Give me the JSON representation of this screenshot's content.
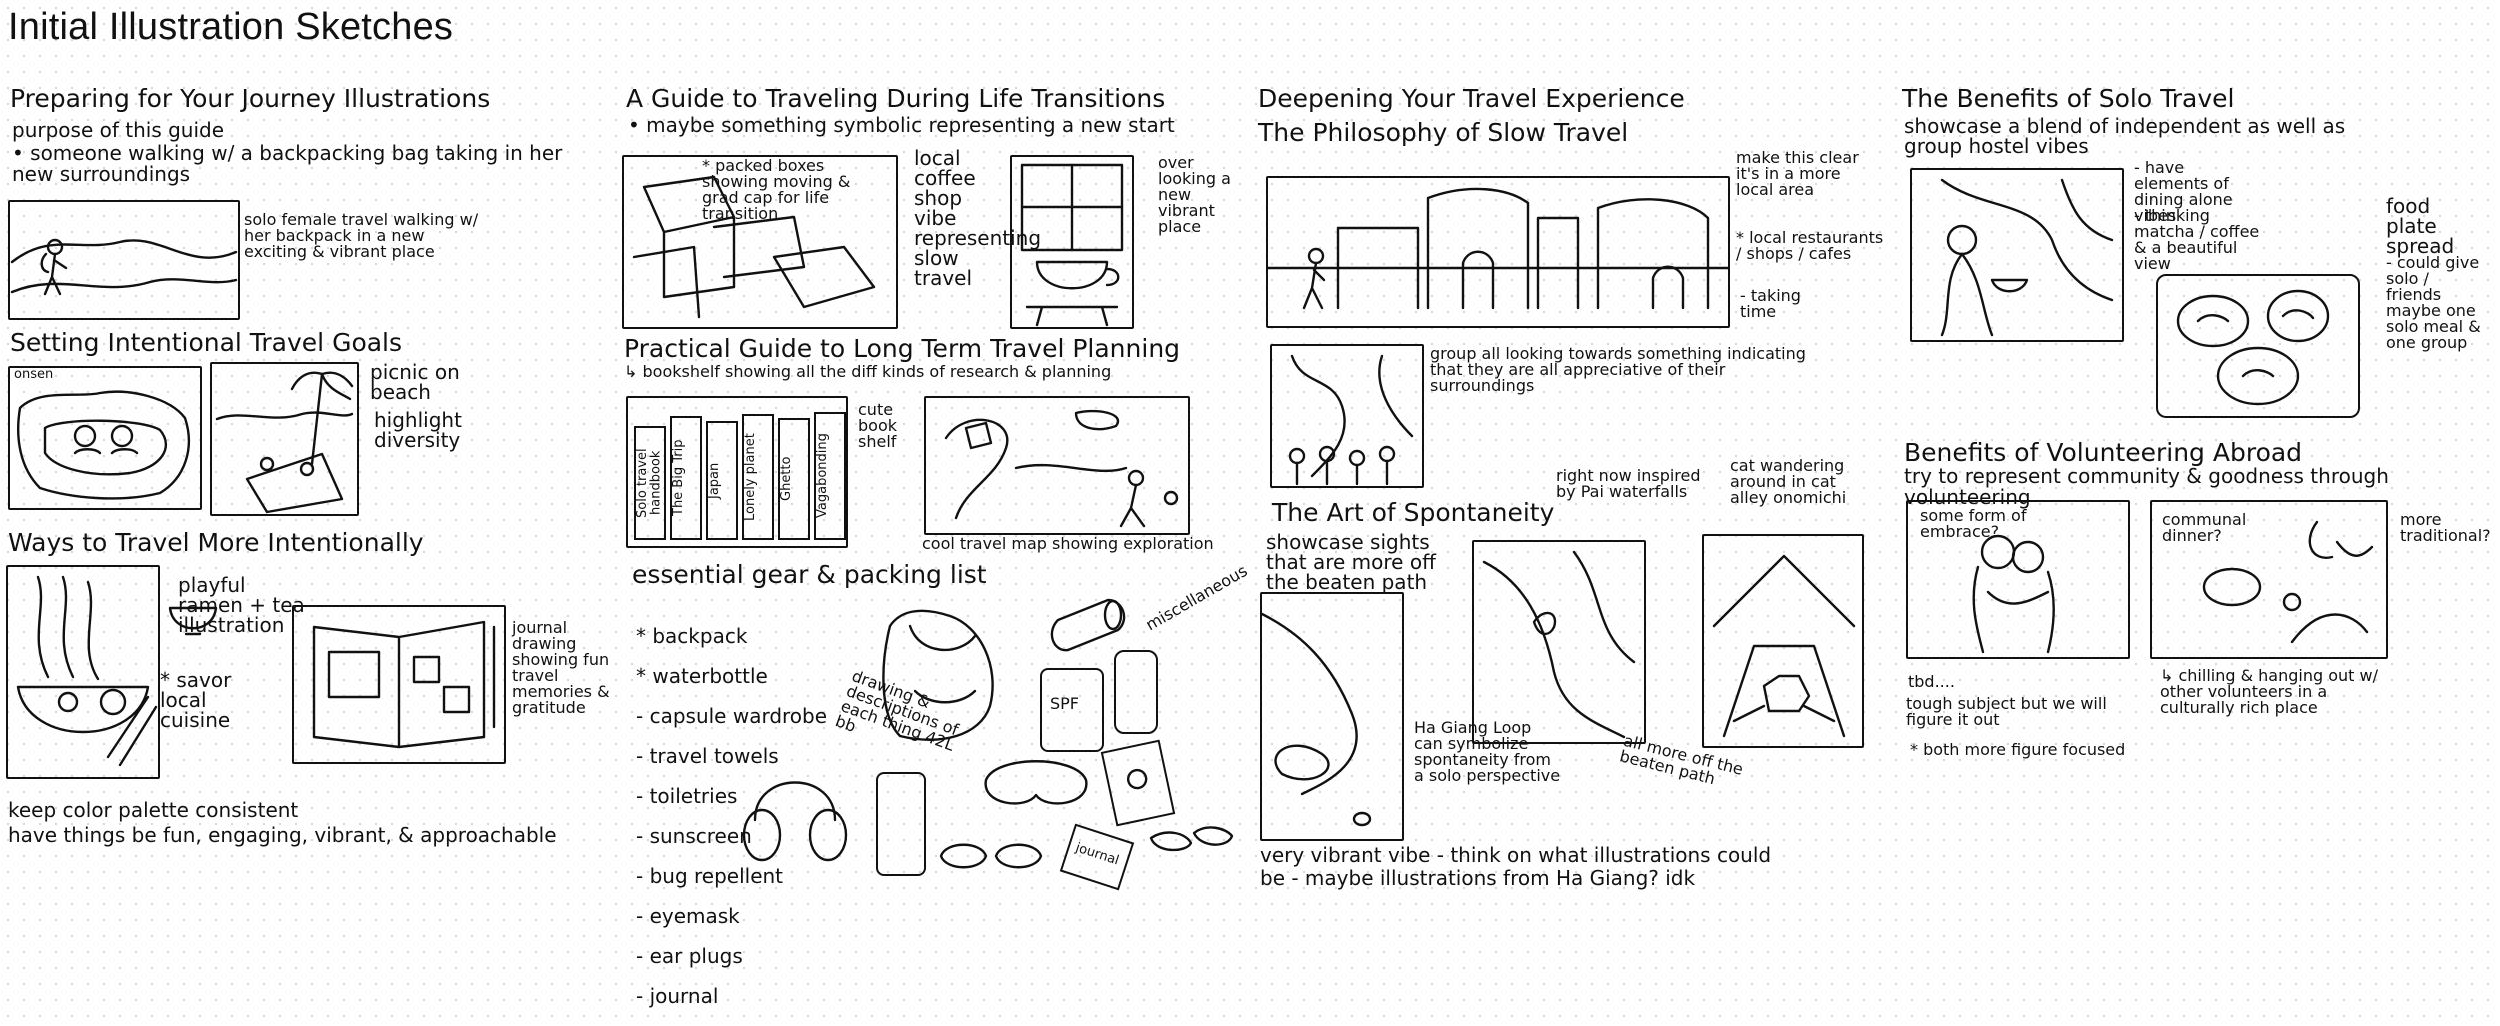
{
  "page_title": "Initial Illustration Sketches",
  "col1": {
    "sec1_title": "Preparing for Your Journey Illustrations",
    "sec1_sub": "purpose of this guide",
    "sec1_note": "• someone walking w/ a backpacking bag taking in her new surroundings",
    "sec1_side": "solo female travel walking w/ her backpack in a new exciting & vibrant place",
    "sec2_title": "Setting Intentional Travel Goals",
    "sec2_onsen": "onsen",
    "sec2_side": "picnic on beach",
    "sec2_side2": "highlight diversity",
    "sec3_title": "Ways to Travel More Intentionally",
    "sec3_ramen": "playful ramen + tea illustration",
    "sec3_savor": "* savor local cuisine",
    "sec3_journal": "journal drawing showing fun travel memories & gratitude",
    "footer1": "keep color palette consistent",
    "footer2": "have things be fun, engaging, vibrant, & approachable"
  },
  "col2": {
    "sec1_title": "A Guide to Traveling During Life Transitions",
    "sec1_sub": "• maybe something symbolic representing a new start",
    "boxes_note": "* packed boxes showing moving & grad cap for life transition",
    "coffee_note": "local coffee shop vibe representing slow travel",
    "window_note": "over looking a new vibrant place",
    "sec2_title": "Practical Guide to Long Term Travel Planning",
    "sec2_sub": "↳ bookshelf showing all the diff kinds of research & planning",
    "shelf_note": "cute book shelf",
    "books": [
      "Solo travel handbook",
      "The Big Trip",
      "Japan",
      "Lonely planet",
      "Ghetto",
      "Vagabonding"
    ],
    "map_note": "cool travel map showing exploration",
    "sec3_title": "essential gear & packing list",
    "packing": [
      "* backpack",
      "* waterbottle",
      "- capsule wardrobe",
      "- travel towels",
      "- toiletries",
      "- sunscreen",
      "- bug repellent",
      "- eyemask",
      "- ear plugs",
      "- journal"
    ],
    "misc_note": "miscellaneous",
    "drawing_note": "drawing & descriptions of each thing 42L bb",
    "spf_label": "SPF",
    "journal_label": "journal"
  },
  "col3": {
    "sec1_title": "Deepening Your Travel Experience",
    "sec1_sub": "The Philosophy of Slow Travel",
    "street_note": "make this clear it's in a more local area",
    "street_note2": "* local restaurants / shops / cafes",
    "street_note3": "- taking time",
    "group_note": "group all looking towards something indicating that they are all appreciative of their surroundings",
    "sec2_title": "The Art of Spontaneity",
    "sec2_sub": "showcase sights that are more off the beaten path",
    "pai_note": "right now inspired by Pai waterfalls",
    "cat_note": "cat wandering around in cat alley onomichi",
    "hagiang_note": "Ha Giang Loop can symbolize spontaneity from a solo perspective",
    "offpath_note": "all more off the beaten path",
    "footer1": "very vibrant vibe - think on what illustrations could",
    "footer2": "be - maybe illustrations from Ha Giang? idk"
  },
  "col4": {
    "sec1_title": "The Benefits of Solo Travel",
    "sec1_sub": "showcase a blend of independent as well as group hostel vibes",
    "alone_note": "- have elements of dining alone vibes",
    "matcha_note": "- thinking matcha / coffee & a beautiful view",
    "food_note": "food plate spread",
    "food_note2": "- could give solo / friends maybe one solo meal & one group",
    "sec2_title": "Benefits of Volunteering Abroad",
    "sec2_sub": "try to represent community & goodness through volunteering",
    "embrace_note": "some form of embrace?",
    "dinner_note": "communal dinner?",
    "trad_note": "more traditional?",
    "tbd_note": "tbd....",
    "tough_note": "tough subject but we will figure it out",
    "chill_note": "↳ chilling & hanging out w/ other volunteers in a culturally rich place",
    "figure_note": "* both more figure focused"
  }
}
